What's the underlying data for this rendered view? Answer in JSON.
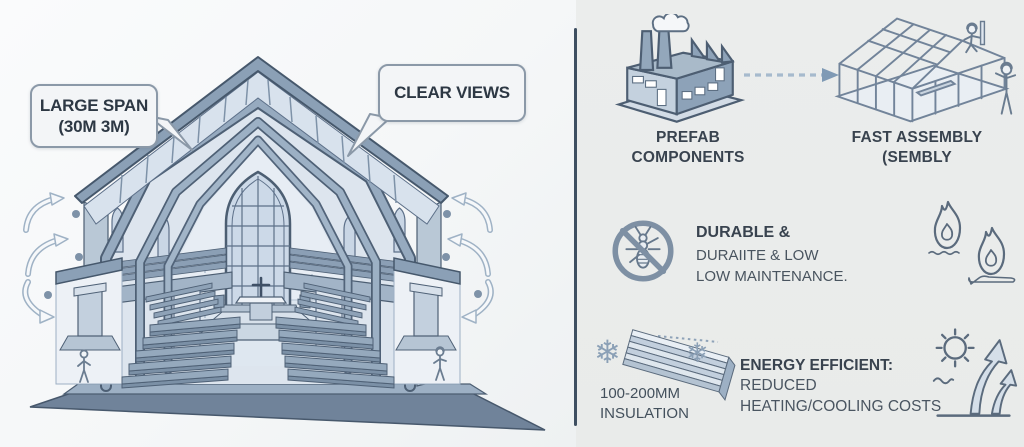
{
  "illustration": {
    "name": "church-cross-section",
    "callouts": {
      "large_span": "LARGE SPAN\n(30M 3M)",
      "clear_views": "CLEAR VIEWS"
    }
  },
  "features": {
    "prefab": {
      "label": "PREFAB\nCOMPONENTS",
      "icon": "factory"
    },
    "fast_assembly": {
      "label": "FAST ASSEMBLY\n(SEMBLY",
      "icon": "frame-structure-with-workers"
    },
    "durable": {
      "line1": "DURABLE &",
      "line2": "DURAIITE & LOW",
      "line3": "LOW MAINTENANCE.",
      "icon_left": "no-termite",
      "icon_right": "flames"
    },
    "insulation": {
      "label": "100-200MM\nINSULATION",
      "icon": "insulation-stack-with-snowflakes",
      "snowflake_glyph": "❄"
    },
    "energy": {
      "label_bold": "ENERGY EFFICIENT:",
      "label_rest": " REDUCED HEATING/COOLING COSTS",
      "icon": "sun-with-rising-arrows"
    }
  },
  "colors": {
    "slate_dark": "#46586c",
    "slate_mid": "#8ba0b6",
    "slate_light": "#dde5ee",
    "panel_bg": "#ebedec",
    "text_dark": "#39434f"
  }
}
